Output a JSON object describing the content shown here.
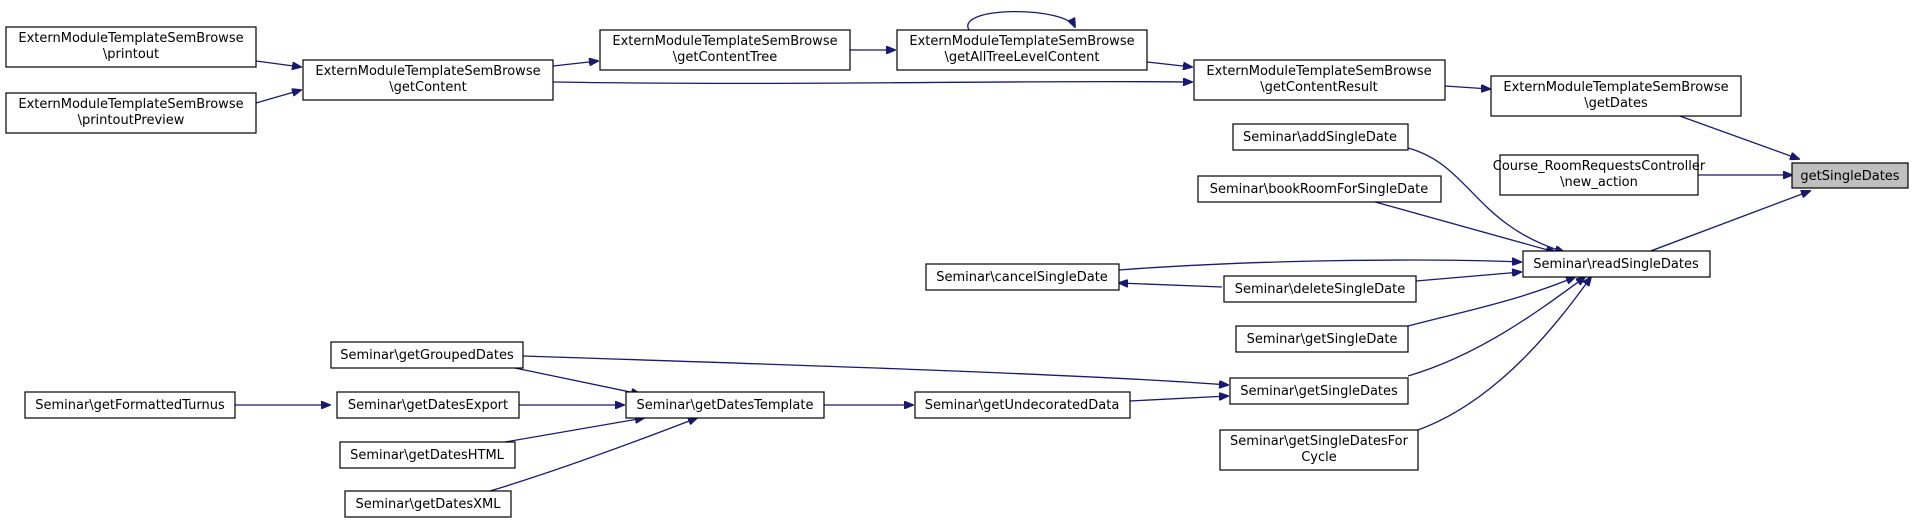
{
  "graph": {
    "edge_color": "#191970",
    "selected_fill": "#bfbfbf",
    "nodes": [
      {
        "id": "getSingleDates_root",
        "lines": [
          "getSingleDates"
        ],
        "selected": true
      },
      {
        "id": "emb_getDates",
        "lines": [
          "ExternModuleTemplateSemBrowse",
          "\\getDates"
        ]
      },
      {
        "id": "course_new",
        "lines": [
          "Course_RoomRequestsController",
          "\\new_action"
        ]
      },
      {
        "id": "readSingleDates",
        "lines": [
          "Seminar\\readSingleDates"
        ]
      },
      {
        "id": "emb_getContentResult",
        "lines": [
          "ExternModuleTemplateSemBrowse",
          "\\getContentResult"
        ]
      },
      {
        "id": "emb_getAllTreeLevelContent",
        "lines": [
          "ExternModuleTemplateSemBrowse",
          "\\getAllTreeLevelContent"
        ]
      },
      {
        "id": "emb_getContent",
        "lines": [
          "ExternModuleTemplateSemBrowse",
          "\\getContent"
        ]
      },
      {
        "id": "emb_getContentTree",
        "lines": [
          "ExternModuleTemplateSemBrowse",
          "\\getContentTree"
        ]
      },
      {
        "id": "emb_printout",
        "lines": [
          "ExternModuleTemplateSemBrowse",
          "\\printout"
        ]
      },
      {
        "id": "emb_printoutPreview",
        "lines": [
          "ExternModuleTemplateSemBrowse",
          "\\printoutPreview"
        ]
      },
      {
        "id": "addSingleDate",
        "lines": [
          "Seminar\\addSingleDate"
        ]
      },
      {
        "id": "bookRoomForSingleDate",
        "lines": [
          "Seminar\\bookRoomForSingleDate"
        ]
      },
      {
        "id": "cancelSingleDate",
        "lines": [
          "Seminar\\cancelSingleDate"
        ]
      },
      {
        "id": "deleteSingleDate",
        "lines": [
          "Seminar\\deleteSingleDate"
        ]
      },
      {
        "id": "getSingleDate",
        "lines": [
          "Seminar\\getSingleDate"
        ]
      },
      {
        "id": "sem_getSingleDates",
        "lines": [
          "Seminar\\getSingleDates"
        ]
      },
      {
        "id": "getSingleDatesForCycle",
        "lines": [
          "Seminar\\getSingleDatesFor",
          "Cycle"
        ]
      },
      {
        "id": "getUndecoratedData",
        "lines": [
          "Seminar\\getUndecoratedData"
        ]
      },
      {
        "id": "getDatesTemplate",
        "lines": [
          "Seminar\\getDatesTemplate"
        ]
      },
      {
        "id": "getGroupedDates",
        "lines": [
          "Seminar\\getGroupedDates"
        ]
      },
      {
        "id": "getDatesExport",
        "lines": [
          "Seminar\\getDatesExport"
        ]
      },
      {
        "id": "getDatesHTML",
        "lines": [
          "Seminar\\getDatesHTML"
        ]
      },
      {
        "id": "getDatesXML",
        "lines": [
          "Seminar\\getDatesXML"
        ]
      },
      {
        "id": "getFormattedTurnus",
        "lines": [
          "Seminar\\getFormattedTurnus"
        ]
      }
    ]
  }
}
